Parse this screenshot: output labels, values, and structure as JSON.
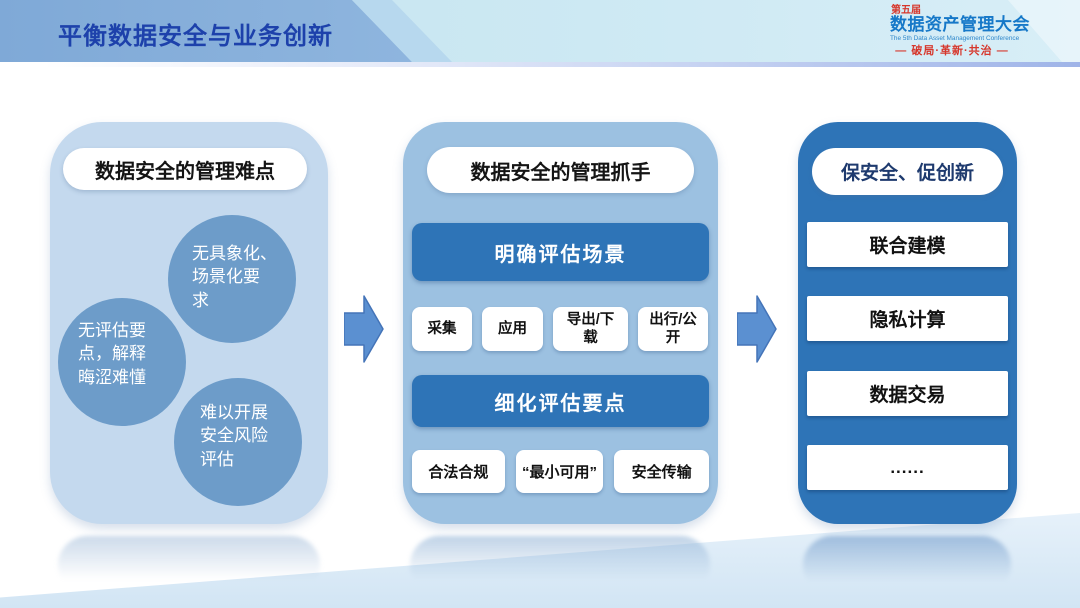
{
  "header": {
    "title": "平衡数据安全与业务创新",
    "logo": {
      "edition": "第五届",
      "name": "数据资产管理大会",
      "subtitle": "The 5th Data Asset Management Conference",
      "slogan": "— 破局·革新·共治 —"
    }
  },
  "left_panel": {
    "title": "数据安全的管理难点",
    "bubbles": [
      {
        "label": "无具象化、\n场景化要\n求"
      },
      {
        "label": "无评估要\n点，解释\n晦涩难懂"
      },
      {
        "label": "难以开展\n安全风险\n评估"
      }
    ]
  },
  "middle_panel": {
    "title": "数据安全的管理抓手",
    "sections": [
      {
        "heading": "明确评估场景",
        "chips": [
          "采集",
          "应用",
          "导出/下\n载",
          "出行/公\n开"
        ]
      },
      {
        "heading": "细化评估要点",
        "chips": [
          "合法合规",
          "“最小可用”",
          "安全传输"
        ]
      }
    ]
  },
  "right_panel": {
    "title": "保安全、促创新",
    "items": [
      "联合建模",
      "隐私计算",
      "数据交易",
      "......"
    ]
  },
  "colors": {
    "header_title": "#1d41ab",
    "logo_blue": "#1678c8",
    "logo_red": "#d6372c",
    "panel_light": "#c4d9ee",
    "panel_medium": "#9cc1e1",
    "panel_dark": "#2e74b7",
    "bubble_blue": "#6d9cc9",
    "arrow_blue": "#5b90d1"
  }
}
